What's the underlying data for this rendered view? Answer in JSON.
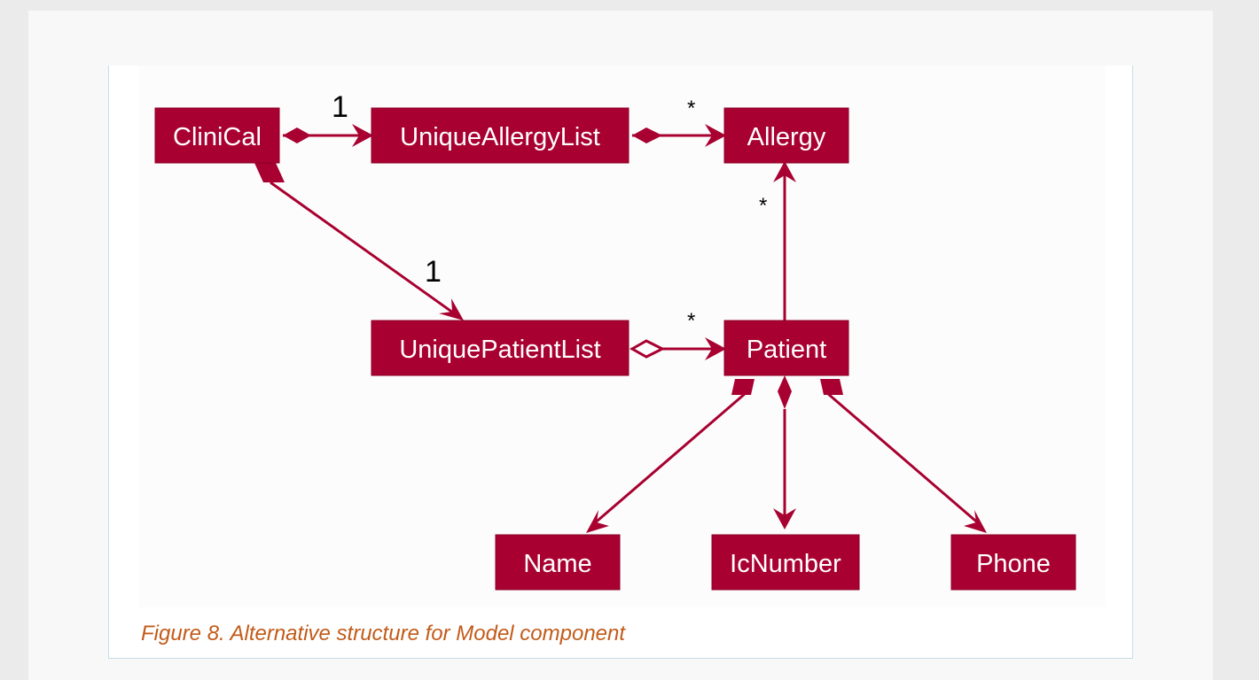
{
  "diagram": {
    "classes": {
      "clinical": "CliniCal",
      "unique_allergy_list": "UniqueAllergyList",
      "allergy": "Allergy",
      "unique_patient_list": "UniquePatientList",
      "patient": "Patient",
      "name": "Name",
      "ic_number": "IcNumber",
      "phone": "Phone"
    },
    "multiplicities": {
      "clinical_to_allergy_list": "1",
      "allergy_list_to_allergy": "*",
      "patient_to_allergy": "*",
      "clinical_to_patient_list": "1",
      "patient_list_to_patient": "*"
    },
    "colors": {
      "class_fill": "#a80030",
      "class_text": "#ffffff",
      "connector": "#a80030",
      "caption": "#c25b1a"
    }
  },
  "caption": "Figure 8. Alternative structure for Model component"
}
